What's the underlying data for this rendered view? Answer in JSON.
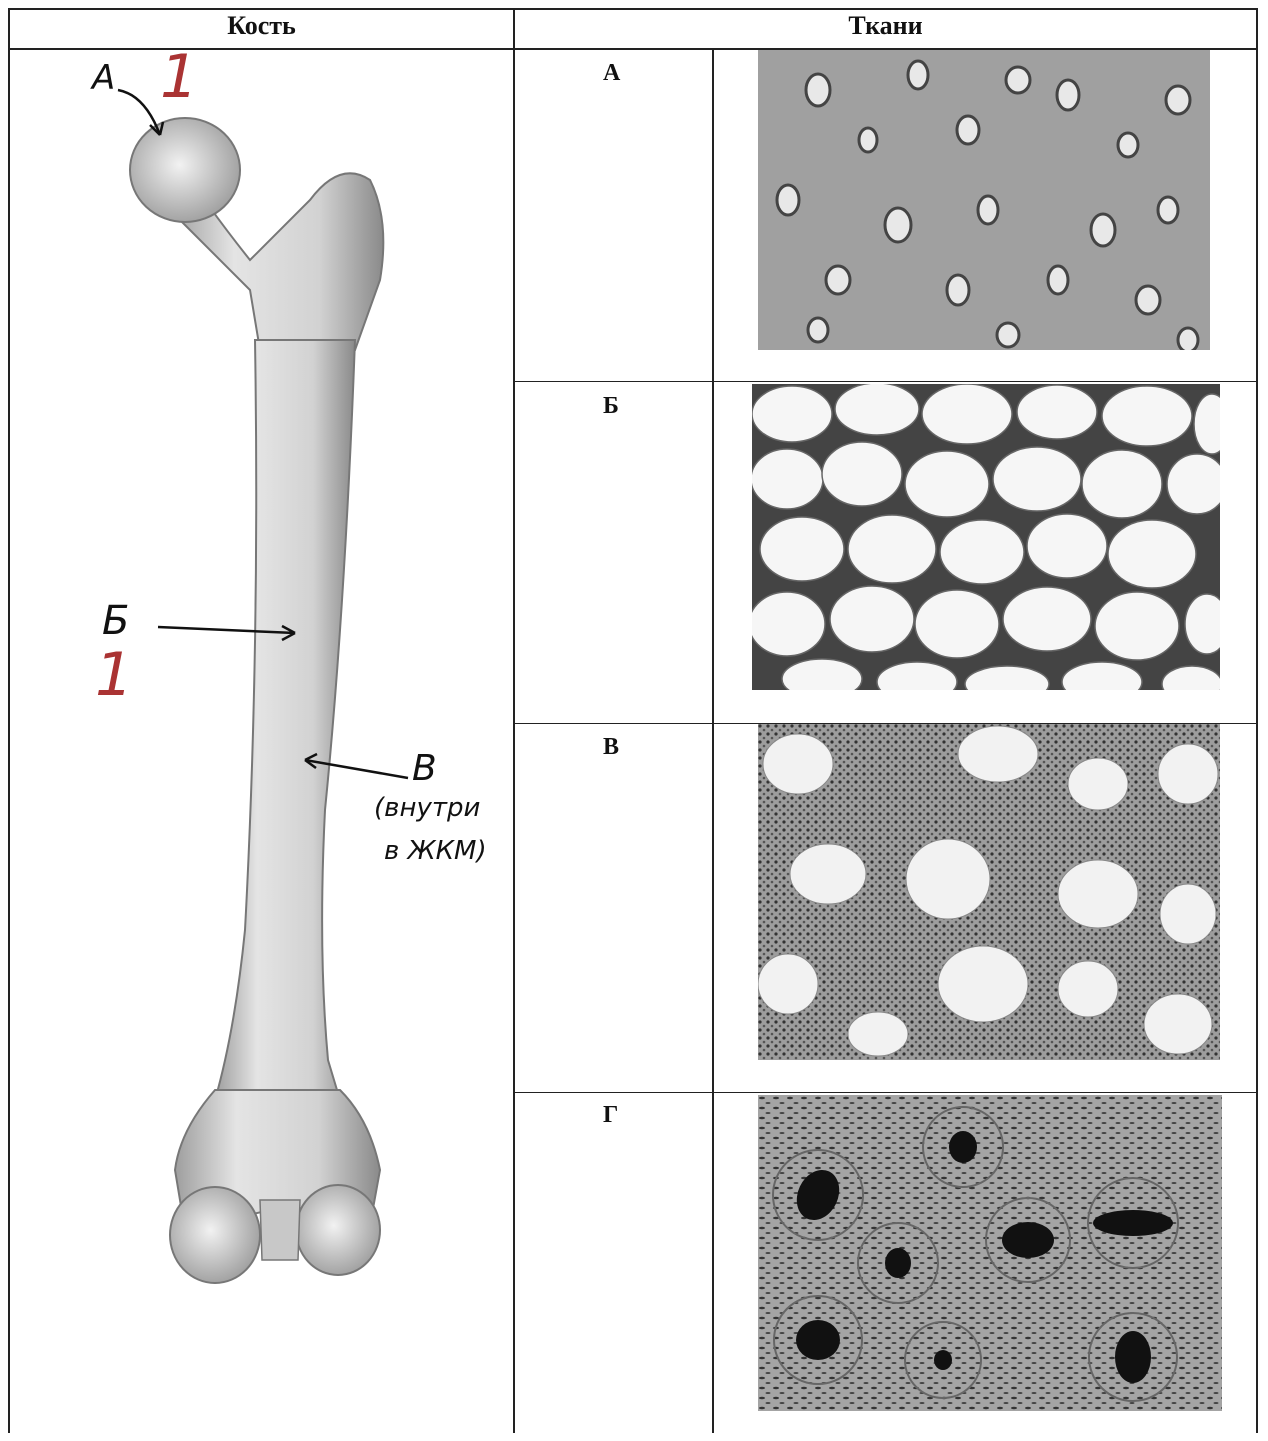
{
  "table": {
    "col_bone_header": "Кость",
    "col_tissue_header": "Ткани"
  },
  "tissues": [
    {
      "label": "А"
    },
    {
      "label": "Б"
    },
    {
      "label": "В"
    },
    {
      "label": "Г"
    }
  ],
  "annotations": {
    "a_letter": "А",
    "b_letter": "Б",
    "v_letter": "В",
    "v_note_line1": "(внутри",
    "v_note_line2": "в ЖКМ)",
    "score_a": "1",
    "score_b": "1"
  },
  "colors": {
    "ink": "#111111",
    "score_red": "#a33333",
    "bone_shade": "#bdbdbd"
  }
}
